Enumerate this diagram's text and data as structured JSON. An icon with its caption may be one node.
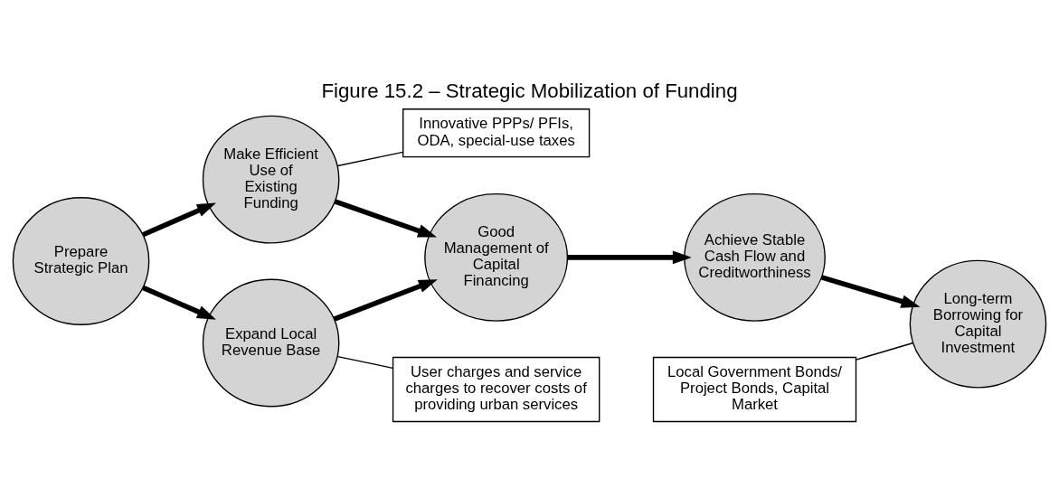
{
  "diagram": {
    "title": "Figure 15.2 – Strategic Mobilization of Funding",
    "nodes": [
      {
        "text": [
          "Prepare Strategic Plan"
        ]
      },
      {
        "text": [
          "Make Efficient Use of Existing Funding"
        ]
      },
      {
        "text": [
          "Expand Local Revenue Base"
        ]
      },
      {
        "text": [
          "Good Management of Capital Financing"
        ]
      },
      {
        "text": [
          "Achieve Stable Cash Flow and Creditworthiness"
        ]
      },
      {
        "text": [
          "Long-term Borrowing for Capital Investment"
        ]
      },
      {
        "text": [
          "Innovative PPPs/ PFIs, ODA, special-use taxes"
        ]
      },
      {
        "text": [
          "Local Government Bonds/ Project Bonds, Capital Market"
        ]
      },
      {
        "text": [
          "User charges and service charges to recover costs of providing urban services"
        ]
      }
    ],
    "edges": [
      {
        "from": 0,
        "to": 1,
        "arrow": "to"
      },
      {
        "from": 0,
        "to": 2,
        "arrow": "to"
      },
      {
        "from": 1,
        "to": 3,
        "arrow": "to"
      },
      {
        "from": 2,
        "to": 3,
        "arrow": "to"
      },
      {
        "from": 3,
        "to": 4,
        "arrow": "to"
      },
      {
        "from": 4,
        "to": 5,
        "arrow": "to"
      },
      {
        "from": 1,
        "to": 6,
        "arrow": "none"
      },
      {
        "from": 7,
        "to": 5,
        "arrow": "none"
      },
      {
        "from": 2,
        "to": 8,
        "arrow": "none"
      }
    ]
  }
}
